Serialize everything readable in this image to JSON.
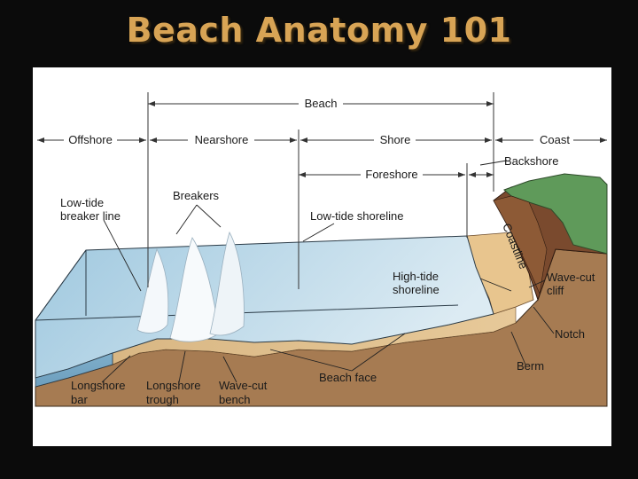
{
  "slide": {
    "title": "Beach Anatomy 101"
  },
  "diagram": {
    "zones": {
      "beach": "Beach",
      "offshore": "Offshore",
      "nearshore": "Nearshore",
      "shore": "Shore",
      "coast": "Coast",
      "foreshore": "Foreshore",
      "backshore": "Backshore"
    },
    "features": {
      "breakers": "Breakers",
      "low_tide_breaker_line_1": "Low-tide",
      "low_tide_breaker_line_2": "breaker line",
      "low_tide_shoreline": "Low-tide shoreline",
      "coastline": "Coastline",
      "high_tide_shoreline_1": "High-tide",
      "high_tide_shoreline_2": "shoreline",
      "wave_cut_cliff_1": "Wave-cut",
      "wave_cut_cliff_2": "cliff",
      "notch": "Notch",
      "berm": "Berm",
      "beach_face": "Beach face",
      "longshore_bar_1": "Longshore",
      "longshore_bar_2": "bar",
      "longshore_trough_1": "Longshore",
      "longshore_trough_2": "trough",
      "wave_cut_bench_1": "Wave-cut",
      "wave_cut_bench_2": "bench"
    }
  }
}
